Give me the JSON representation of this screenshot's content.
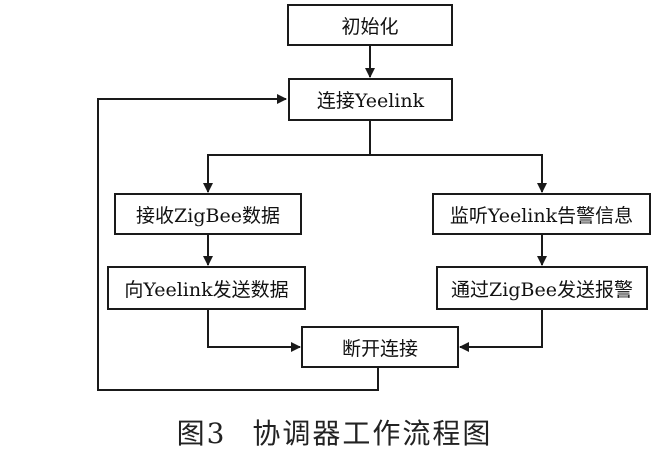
{
  "nodes": {
    "init": "初始化",
    "connect": "连接Yeelink",
    "receive": "接收ZigBee数据",
    "send_data": "向Yeelink发送数据",
    "listen": "监听Yeelink告警信息",
    "send_alarm": "通过ZigBee发送报警",
    "disconnect": "断开连接"
  },
  "caption": {
    "number": "图3",
    "title": "协调器工作流程图"
  }
}
